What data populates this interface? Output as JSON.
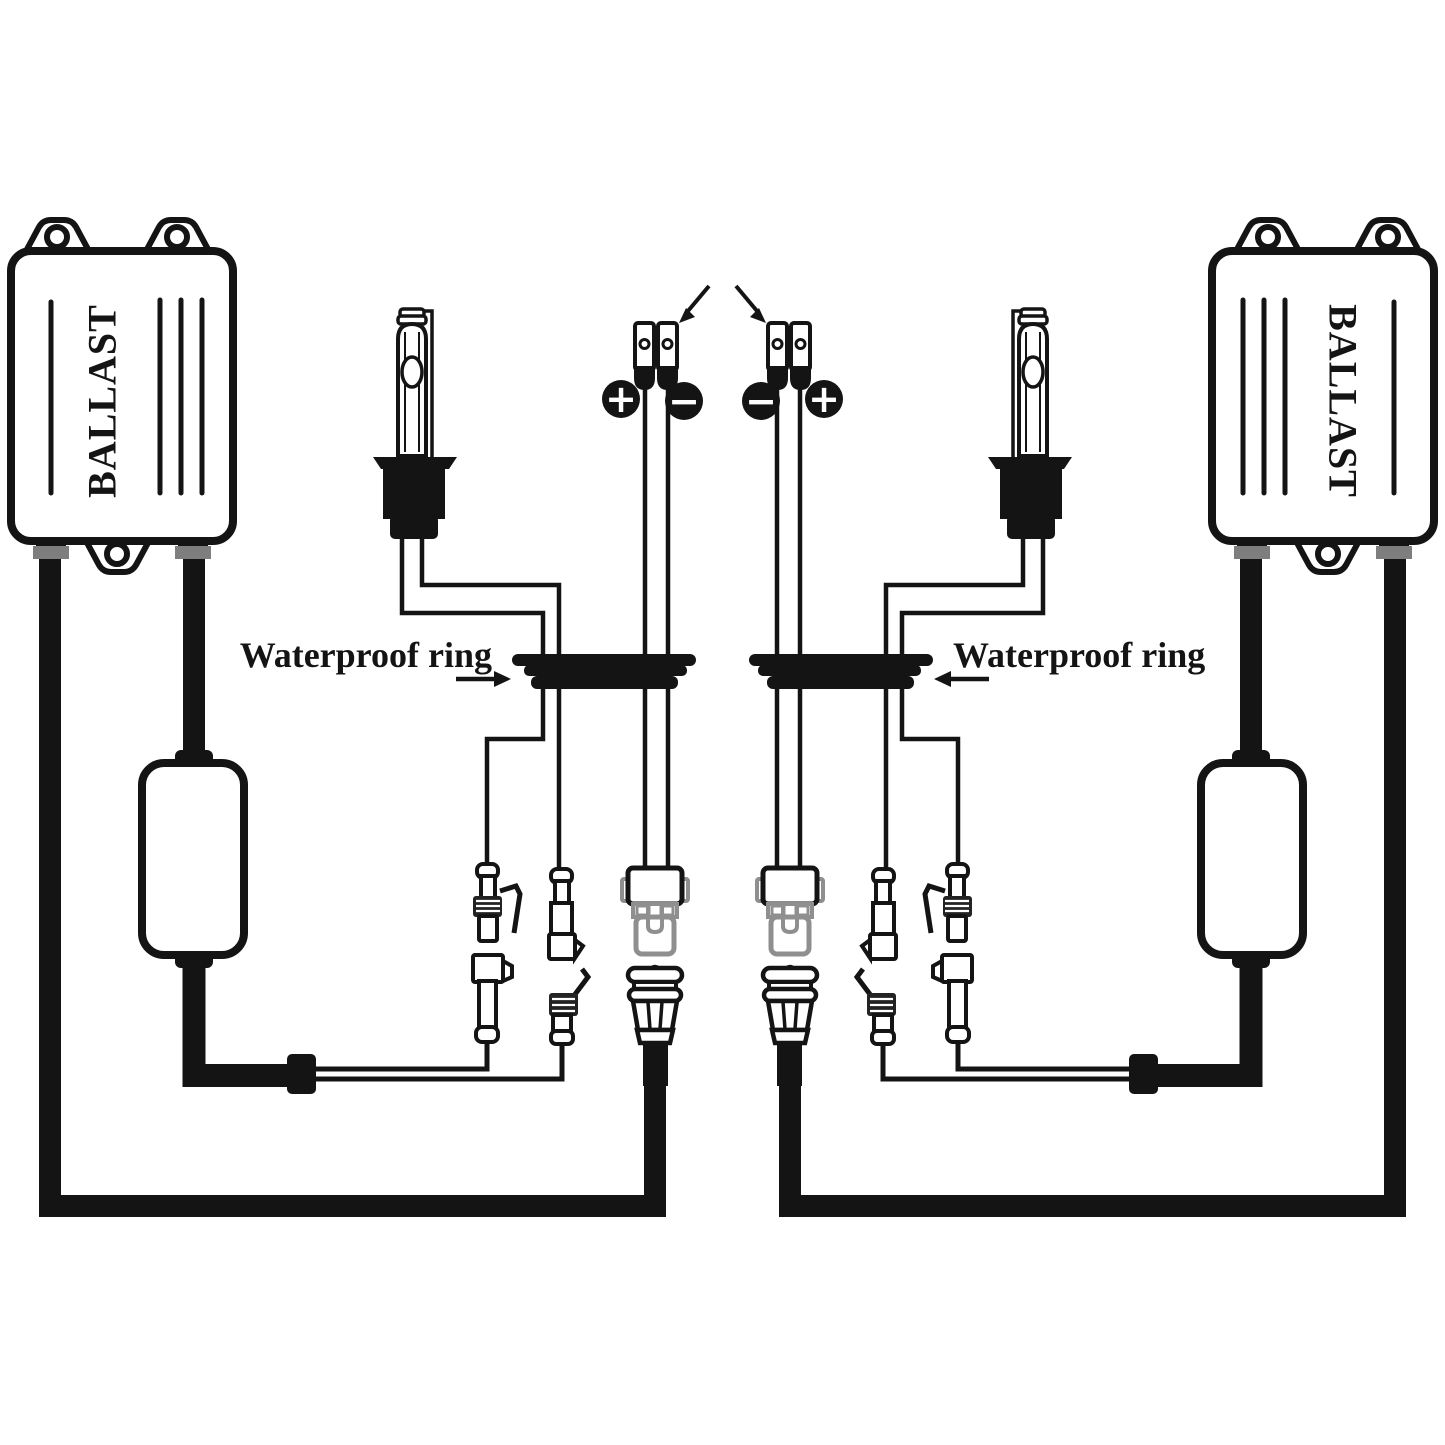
{
  "diagram": {
    "labels": {
      "ballast_left": "BALLAST",
      "ballast_right": "BALLAST",
      "waterproof_ring_left": "Waterproof ring",
      "waterproof_ring_right": "Waterproof ring"
    },
    "polarity_markers": {
      "left_pair": {
        "first": "+",
        "second": "−"
      },
      "right_pair": {
        "first": "−",
        "second": "+"
      }
    },
    "colors": {
      "line_black": "#141414",
      "connector_gray": "#8f8f8f",
      "collar_gray": "#7e7e7e",
      "ribbed_dark": "#232323",
      "background": "#fefefe"
    }
  }
}
